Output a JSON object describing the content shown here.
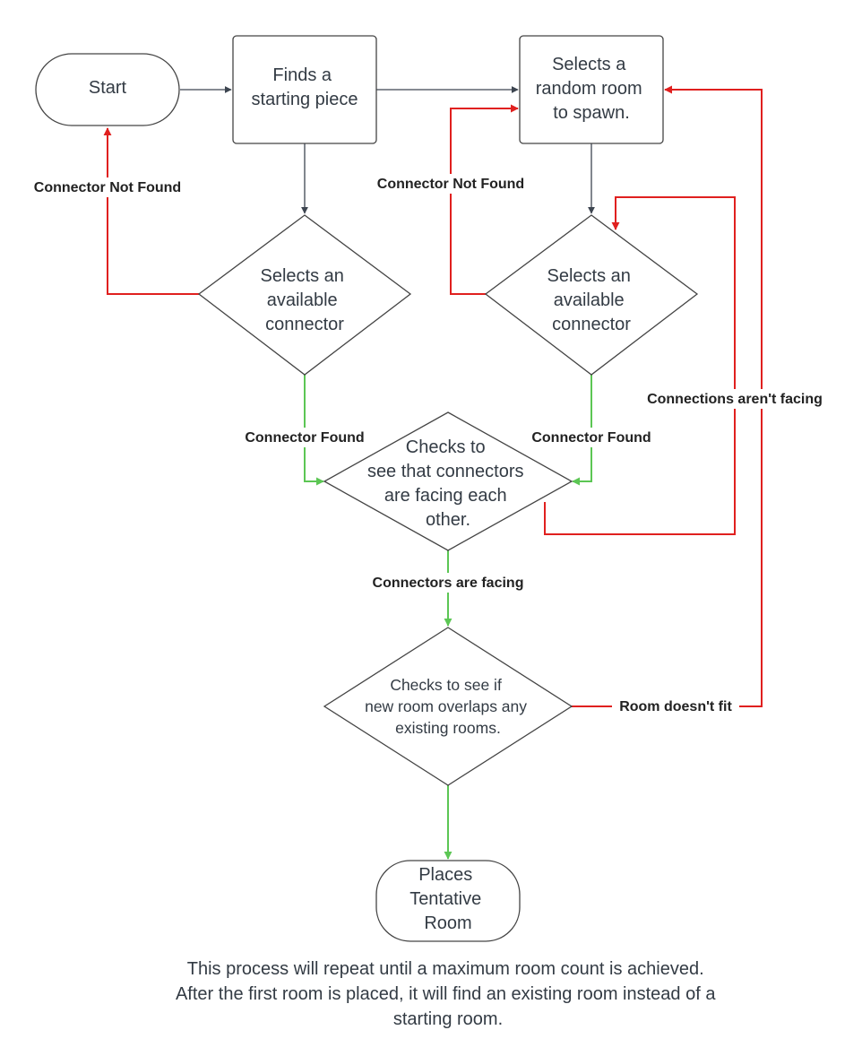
{
  "colors": {
    "shape_stroke": "#444444",
    "neutral_edge": "#3d4550",
    "fail_edge": "#e0201f",
    "success_edge": "#5cc654"
  },
  "nodes": {
    "start": "Start",
    "find_piece": [
      "Finds a",
      "starting piece"
    ],
    "select_room": [
      "Selects a",
      "random room",
      "to spawn."
    ],
    "select_conn_left": [
      "Selects an",
      "available",
      "connector"
    ],
    "select_conn_right": [
      "Selects an",
      "available",
      "connector"
    ],
    "check_facing": [
      "Checks to",
      "see that connectors",
      "are facing each",
      "other."
    ],
    "check_overlap": [
      "Checks to see if",
      "new room overlaps any",
      "existing rooms."
    ],
    "place_room": [
      "Places",
      "Tentative",
      "Room"
    ]
  },
  "edge_labels": {
    "connector_not_found_left": "Connector Not Found",
    "connector_not_found_right": "Connector Not Found",
    "connector_found_left": "Connector Found",
    "connector_found_right": "Connector Found",
    "connections_not_facing": "Connections aren't facing",
    "connectors_facing": "Connectors are facing",
    "room_doesnt_fit": "Room doesn't fit"
  },
  "footer": [
    "This process will repeat until a maximum room count is achieved.",
    "After the first room is placed, it will find an existing room instead of a",
    "starting room."
  ]
}
